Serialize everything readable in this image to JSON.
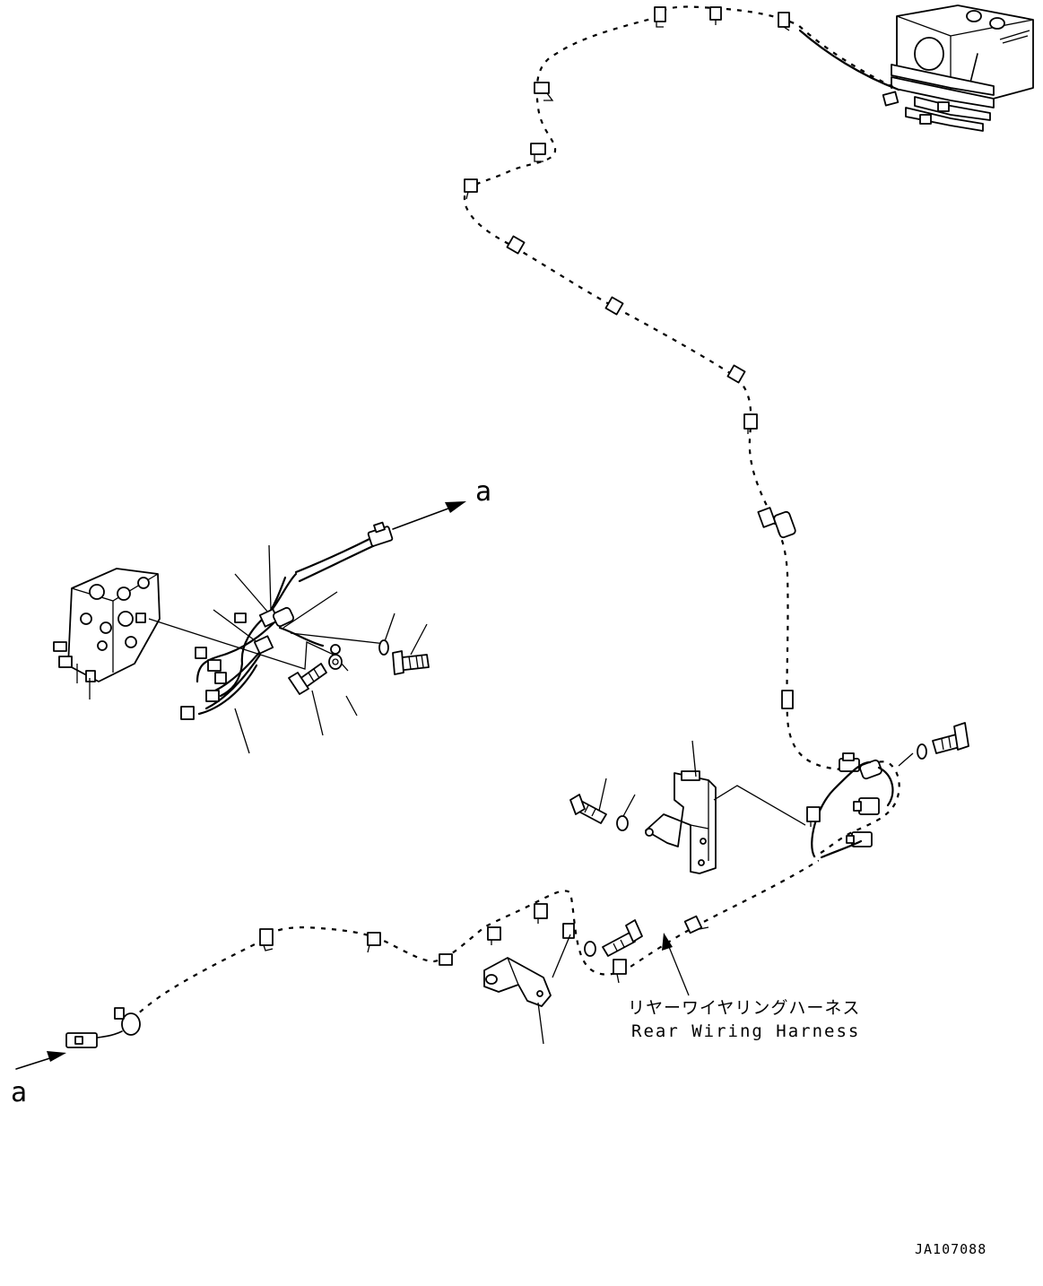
{
  "labels": {
    "arrow_a_top": "a",
    "arrow_a_bottom": "a",
    "harness_jp": "リヤーワイヤリングハーネス",
    "harness_en": "Rear Wiring Harness",
    "drawing_id": "JA107088"
  },
  "icons": {
    "arrow": "arrow-icon",
    "bolt": "bolt-icon",
    "washer": "washer-icon",
    "bracket": "bracket-icon",
    "clamp": "clamp-icon",
    "connector": "connector-icon"
  },
  "colors": {
    "ink": "#000000",
    "paper": "#ffffff"
  }
}
